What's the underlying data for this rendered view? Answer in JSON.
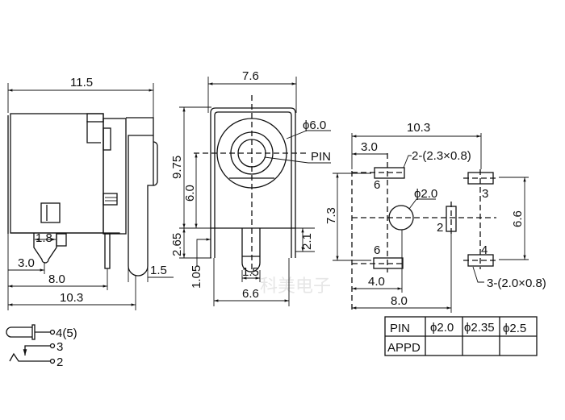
{
  "side_view": {
    "width_total": "11.5",
    "tab": "1.8",
    "pin_offset": "3.0",
    "pin_pitch": "8.0",
    "overall_depth": "10.3",
    "pin_width": "1.5"
  },
  "front_view": {
    "width": "7.6",
    "height": "9.75",
    "center_height": "6.0",
    "leg_height": "2.65",
    "leg_inset": "1.05",
    "pin_length": "2.1",
    "pin_width": "1.5",
    "leg_span": "6.6",
    "diameter_label": "ϕ6.0",
    "pin_label": "PIN"
  },
  "pcb_view": {
    "span_x": "10.3",
    "offset_x": "3.0",
    "slot6_label": "2-(2.3×0.8)",
    "pad6_top": "6",
    "pad3": "3",
    "hole_label": "ϕ2.0",
    "pad2": "2",
    "span_y": "7.3",
    "span_y_right": "6.6",
    "pad6_bottom": "6",
    "pad4": "4",
    "slot34_label": "3-(2.0×0.8)",
    "offset_hole": "4.0",
    "offset_pad2": "8.0"
  },
  "schematic": {
    "pin1": "4(5)",
    "pin2": "3",
    "pin3": "2"
  },
  "table": {
    "headers": [
      "PIN",
      "ϕ2.0",
      "ϕ2.35",
      "ϕ2.5"
    ],
    "row_label": "APPD",
    "row_values": [
      "",
      "",
      ""
    ]
  },
  "watermark": "科美电子"
}
